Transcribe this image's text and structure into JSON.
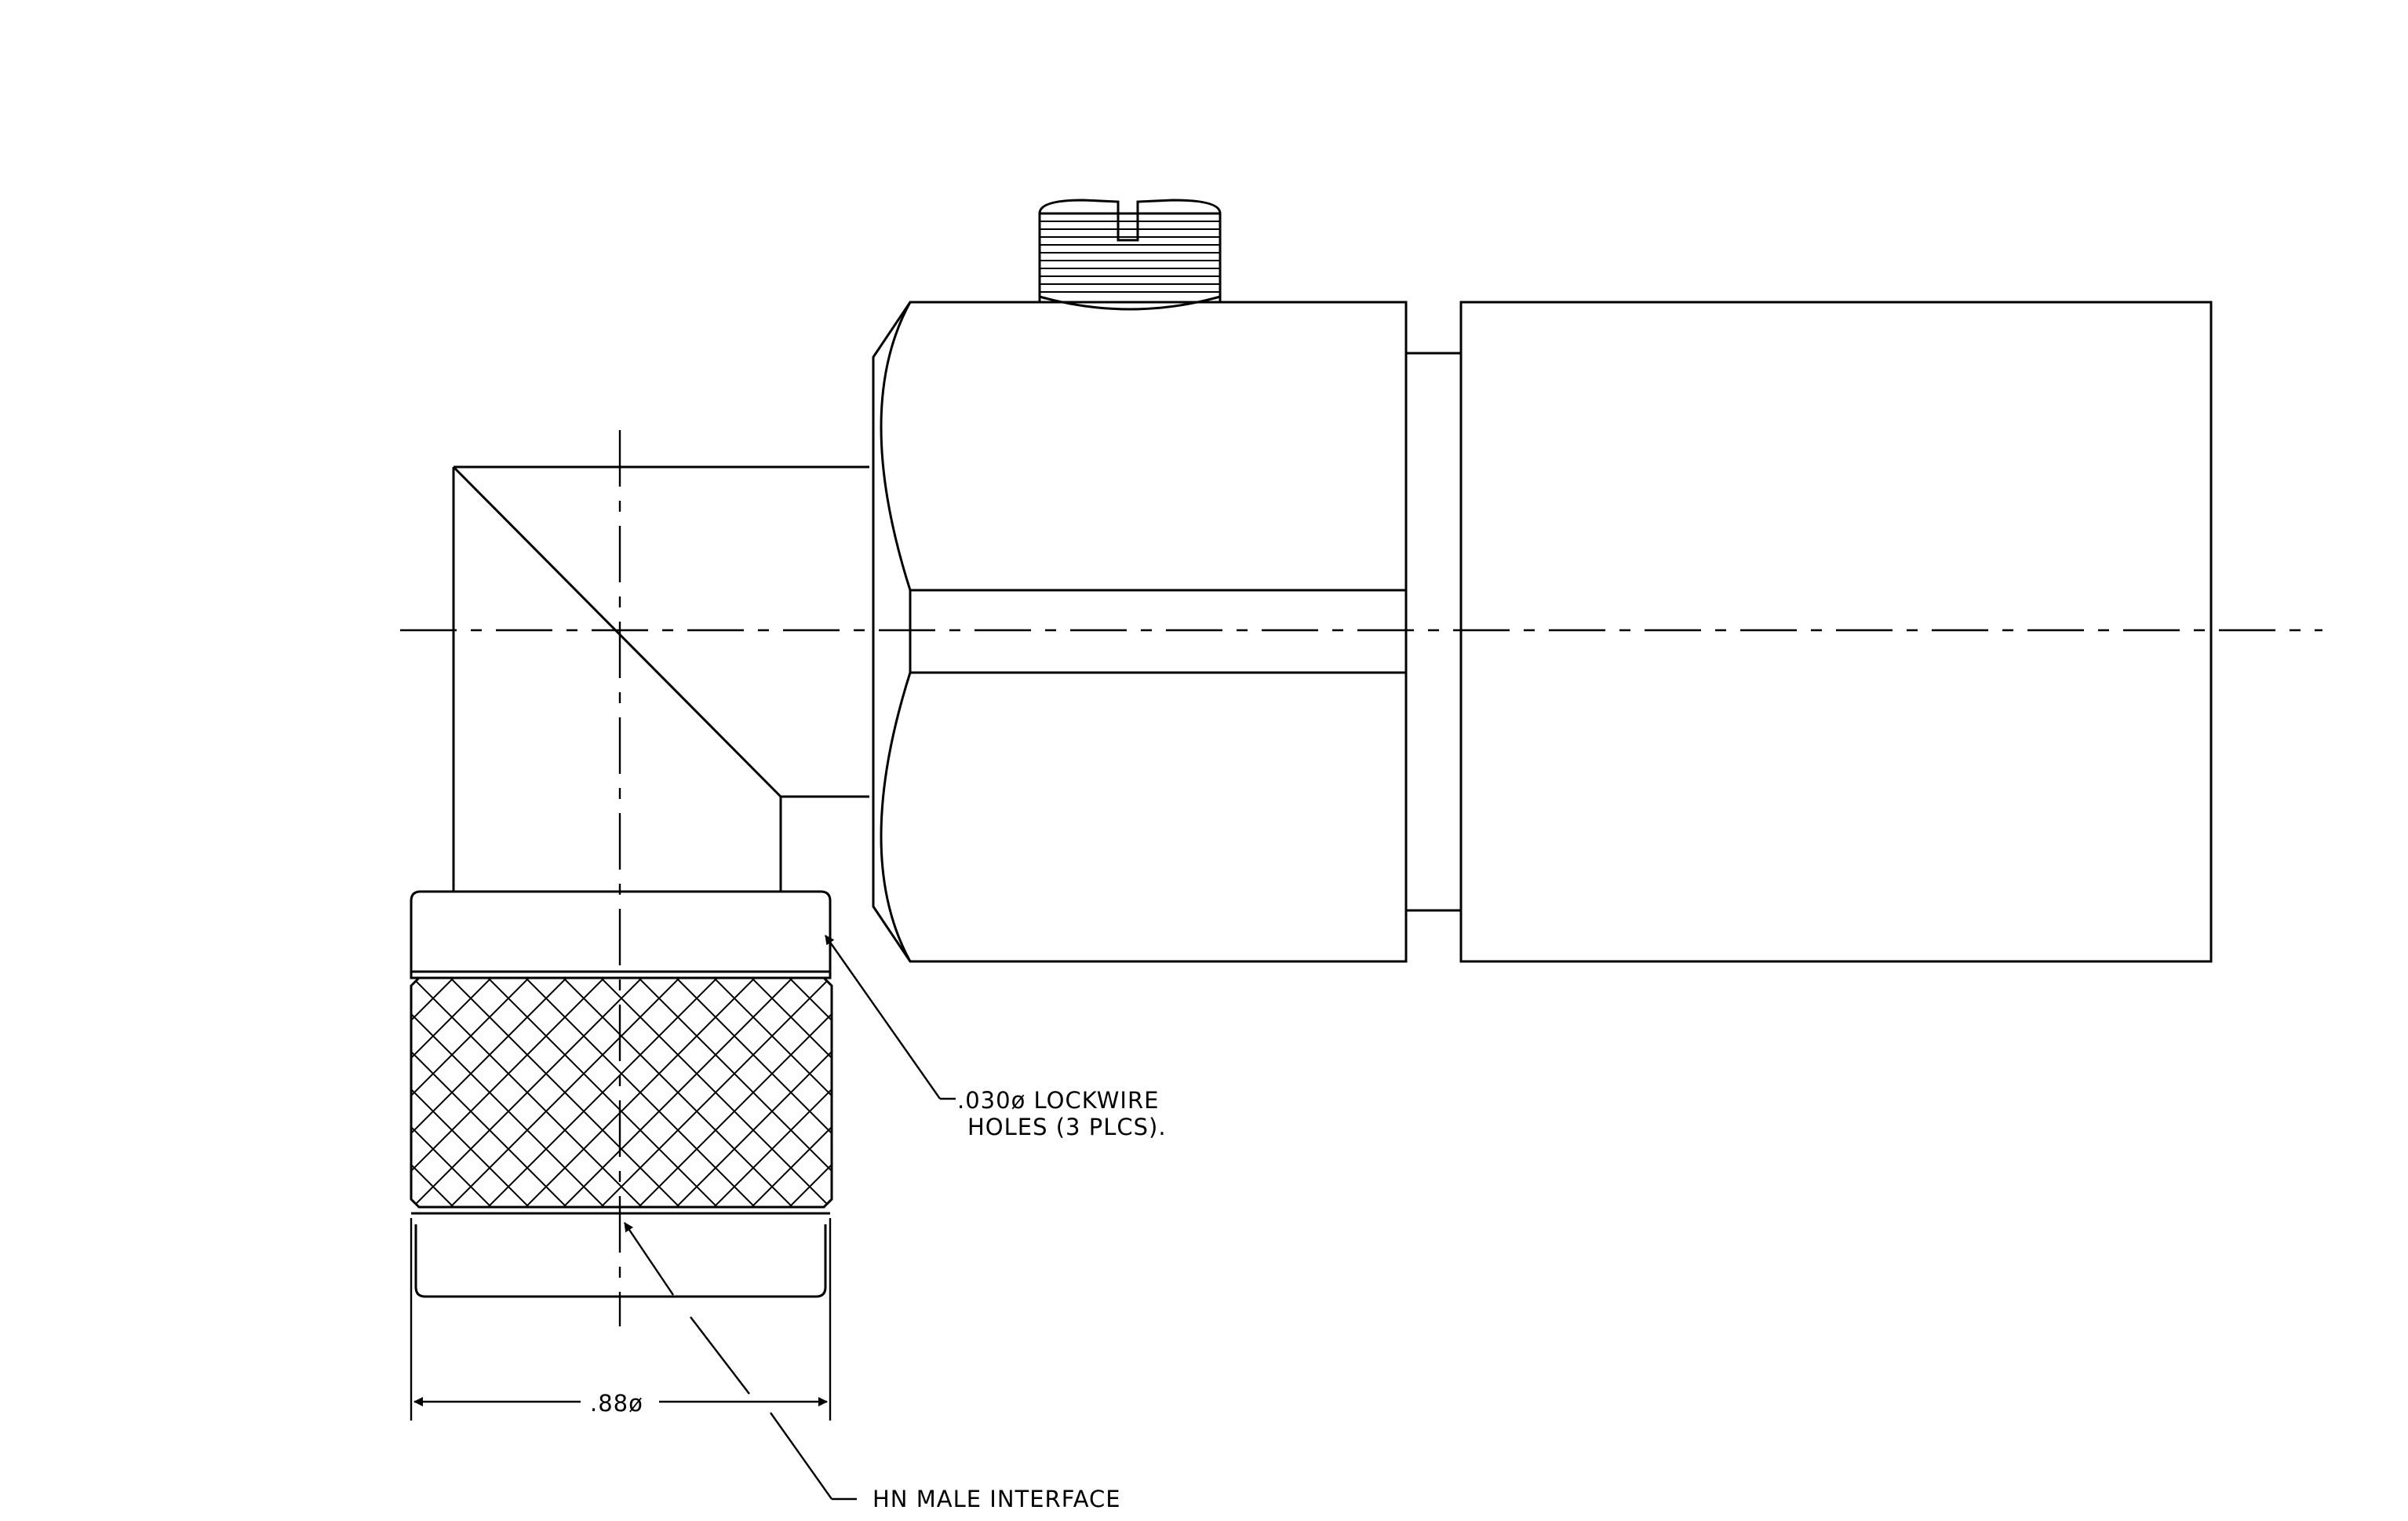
{
  "annotations": {
    "lockwire_line1": ".030ø LOCKWIRE",
    "lockwire_line2": "HOLES (3 PLCS).",
    "diameter": ".88ø",
    "interface": "HN MALE INTERFACE"
  }
}
